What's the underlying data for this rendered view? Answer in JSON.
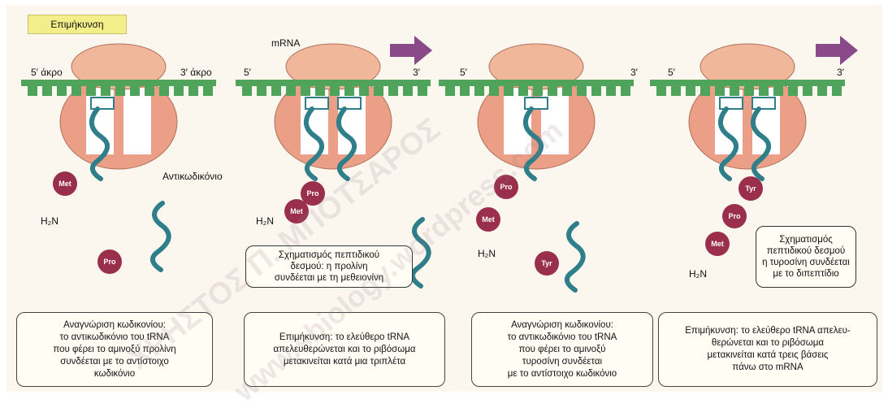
{
  "stage_tag": "Επιμήκυνση",
  "panels": [
    {
      "label_5": "5′ άκρο",
      "label_3": "3′ άκρο",
      "label_extra": "Αντικωδικόνιο",
      "amino_acids": [
        "Met",
        "Pro"
      ],
      "h2n": "H₂N",
      "caption": "Αναγνώριση κωδικονίου:\nτο αντικωδικόνιο του tRNA\nπου φέρει το αμινοξύ προλίνη\nσυνδέεται με το αντίστοιχο\nκωδικόνιο"
    },
    {
      "label_mrna": "mRNA",
      "label_5": "5′",
      "label_3": "3′",
      "amino_acids": [
        "Pro",
        "Met"
      ],
      "h2n": "H₂N",
      "note": "Σχηματισμός πεπτιδικού\nδεσμού: η προλίνη\nσυνδέεται με τη μεθειονίνη",
      "caption": "Επιμήκυνση: το ελεύθερο tRNA\nαπελευθερώνεται και το ριβόσωμα\nμετακινείται κατά μια τριπλέτα"
    },
    {
      "label_5": "5′",
      "label_3": "3′",
      "amino_acids": [
        "Pro",
        "Met",
        "Tyr"
      ],
      "h2n": "H₂N",
      "caption": "Αναγνώριση κωδικονίου:\nτο αντικωδικόνιο του tRNA\nπου φέρει το αμινοξύ\nτυροσίνη συνδέεται\nμε το αντίστοιχο κωδικόνιο"
    },
    {
      "label_5": "5′",
      "label_3": "3′",
      "amino_acids": [
        "Tyr",
        "Pro",
        "Met"
      ],
      "h2n": "H₂N",
      "note": "Σχηματισμός\nπεπτιδικού δεσμού\nη τυροσίνη συνδέεται\nμε το διπεπτίδιο",
      "caption": "Επιμήκυνση: το ελεύθερο tRNA απελευ-\nθερώνεται και το ριβόσωμα\nμετακινείται κατά τρεις βάσεις\nπάνω στο mRNA"
    }
  ],
  "watermarks": [
    "ΧΡΗΣΤΟΣ Π. ΜΠΟΤΣΑΡΟΣ",
    "www.sbiology.wordpress.com"
  ],
  "colors": {
    "ribosome_large": "#f0b79a",
    "ribosome_small": "#eb9f86",
    "mrna": "#4fa35a",
    "trna": "#2f7f8a",
    "amino_acid": "#9a2f4c",
    "arrow": "#8a4a8a",
    "tag_bg": "#f2ee8a"
  }
}
